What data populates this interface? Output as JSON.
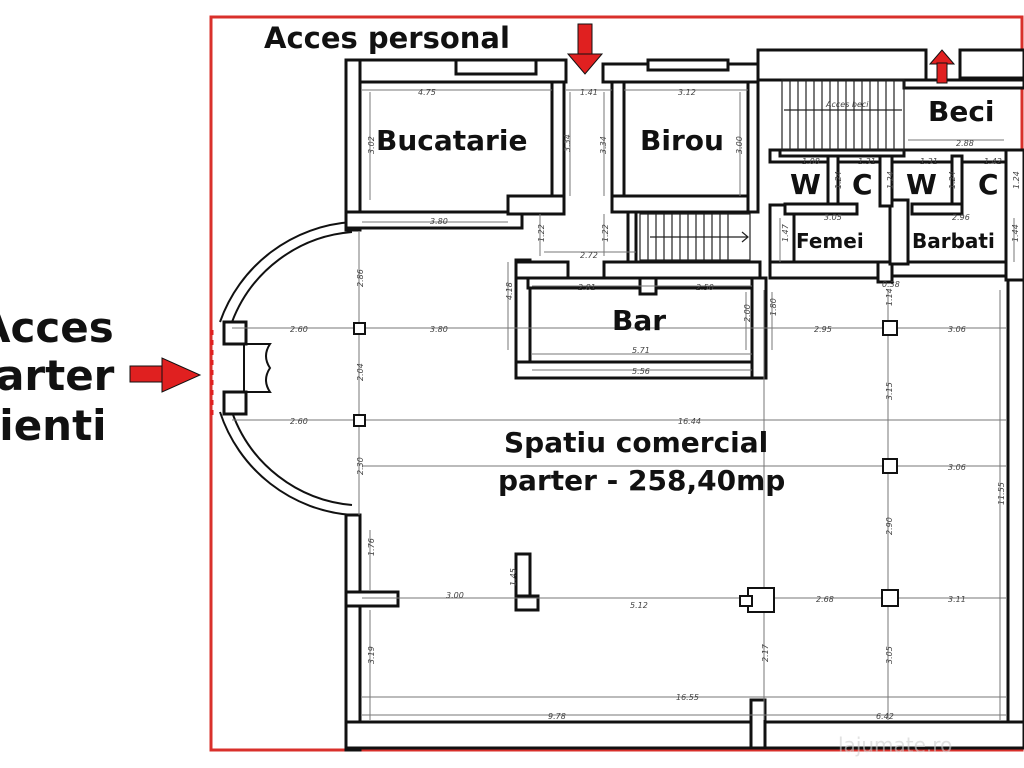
{
  "labels": {
    "acces_personal": "Acces personal",
    "acces_parter_line1": "Acces",
    "acces_parter_line2": "parter",
    "acces_parter_line3": "clienti",
    "bucatarie": "Bucatarie",
    "birou": "Birou",
    "beci": "Beci",
    "acces_beci": "Acces beci",
    "wc_w1": "W",
    "wc_c1": "C",
    "wc_w2": "W",
    "wc_c2": "C",
    "femei": "Femei",
    "barbati": "Barbati",
    "bar": "Bar",
    "spatiu_line1": "Spatiu comercial",
    "spatiu_line2": "parter - 258,40mp"
  },
  "dimensions": [
    "4.75",
    "1.41",
    "3.12",
    "2.88",
    "1.08",
    "1.31",
    "1.31",
    "1.42",
    "3.02",
    "3.34",
    "3.34",
    "3.00",
    "1.24",
    "1.24",
    "1.24",
    "1.24",
    "3.05",
    "2.96",
    "1.47",
    "1.44",
    "3.80",
    "1.22",
    "1.22",
    "2.72",
    "2.81",
    "2.50",
    "4.18",
    "2.00",
    "1.80",
    "0.38",
    "1.14",
    "2.86",
    "2.60",
    "3.80",
    "2.95",
    "3.06",
    "5.71",
    "5.56",
    "2.04",
    "2.60",
    "16.44",
    "3.15",
    "3.06",
    "11.55",
    "2.30",
    "1.76",
    "1.45",
    "3.00",
    "5.12",
    "2.68",
    "3.11",
    "2.90",
    "3.19",
    "2.17",
    "3.05",
    "16.55",
    "9.78",
    "6.42"
  ],
  "watermark": "lajumate.ro",
  "colors": {
    "frame": "#d9302b",
    "arrow": "#e02020",
    "wall": "#111111"
  },
  "icons": {
    "arrow_down": "arrow-down-icon",
    "arrow_up": "arrow-up-icon",
    "arrow_right": "arrow-right-icon"
  }
}
